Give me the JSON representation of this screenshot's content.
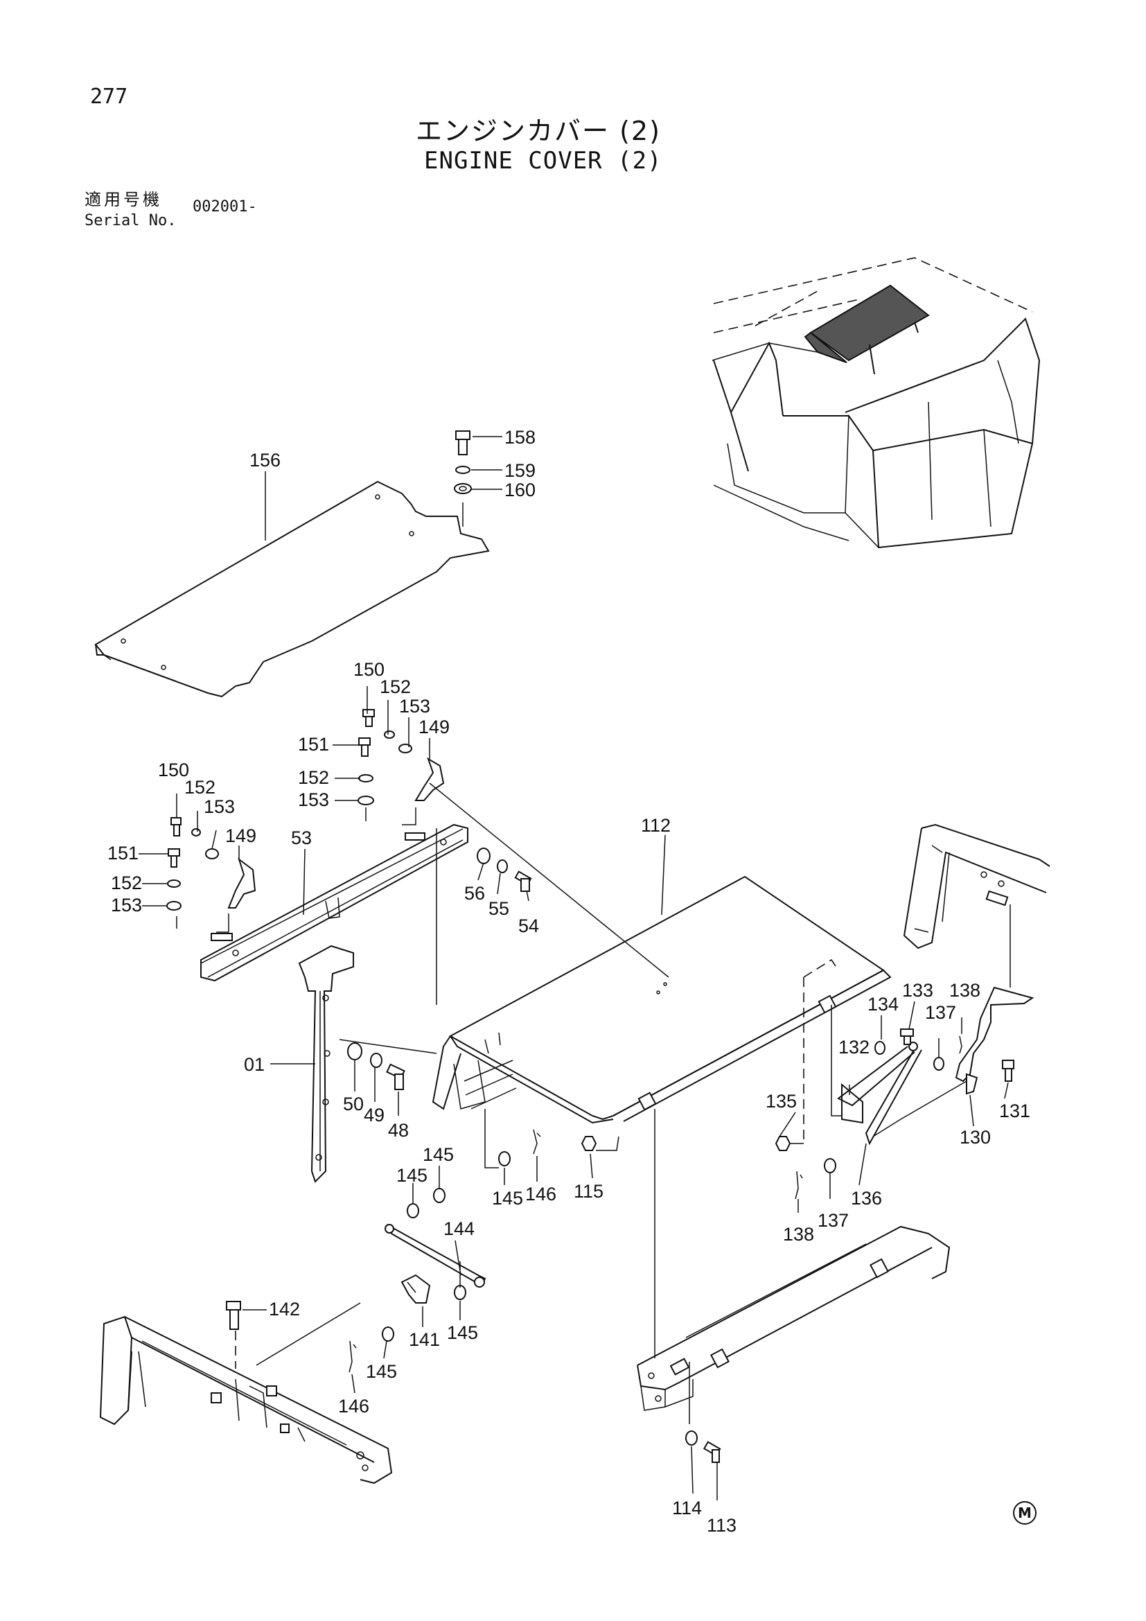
{
  "page_number": "277",
  "title_jp": "エンジンカバー (2)",
  "title_en": "ENGINE COVER (2)",
  "serial_label_jp": "適用号機",
  "serial_label_en": "Serial No.",
  "serial_value": "002001-",
  "mark": "M",
  "callouts": {
    "c156": "156",
    "c158": "158",
    "c159": "159",
    "c160": "160",
    "c150a": "150",
    "c152a": "152",
    "c153a": "153",
    "c149a": "149",
    "c151a": "151",
    "c152b": "152",
    "c153b": "153",
    "c150b": "150",
    "c152c": "152",
    "c153c": "153",
    "c149b": "149",
    "c151b": "151",
    "c152d": "152",
    "c153d": "153",
    "c53": "53",
    "c56": "56",
    "c55": "55",
    "c54": "54",
    "c112": "112",
    "c01": "01",
    "c50": "50",
    "c49": "49",
    "c48": "48",
    "c145a": "145",
    "c145b": "145",
    "c145c": "145",
    "c146a": "146",
    "c115": "115",
    "c144": "144",
    "c142": "142",
    "c141": "141",
    "c145d": "145",
    "c145e": "145",
    "c146b": "146",
    "c133": "133",
    "c134": "134",
    "c138a": "138",
    "c137a": "137",
    "c132": "132",
    "c135": "135",
    "c131": "131",
    "c130": "130",
    "c136": "136",
    "c138b": "138",
    "c137b": "137",
    "c114": "114",
    "c113": "113"
  }
}
